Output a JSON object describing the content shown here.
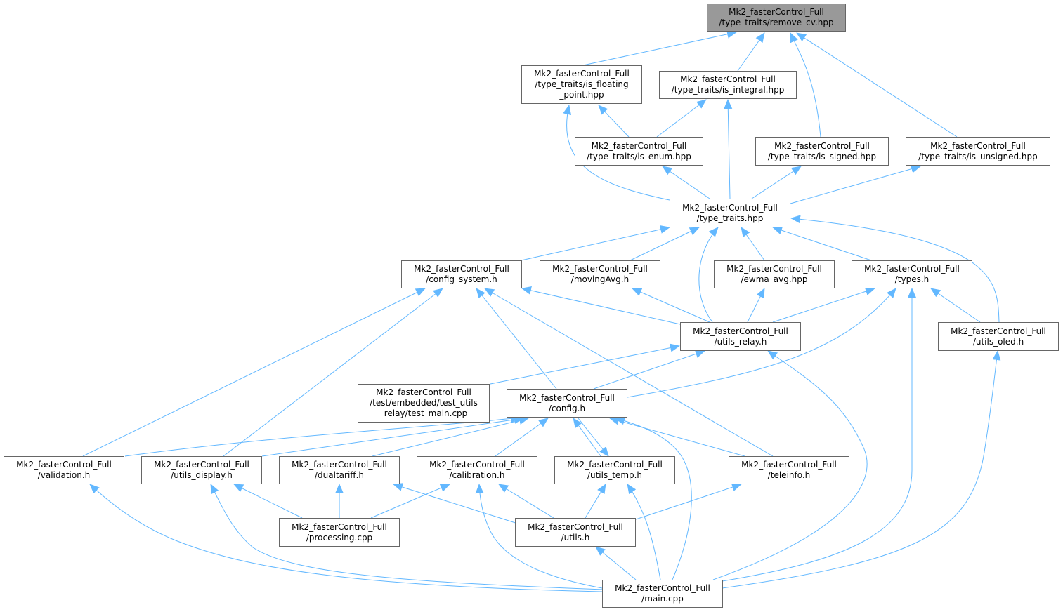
{
  "colors": {
    "edge": "#63b8ff",
    "node_border": "#666666",
    "root_fill": "#999999"
  },
  "nodes": {
    "remove_cv": {
      "lines": [
        "Mk2_fasterControl_Full",
        "/type_traits/remove_cv.hpp"
      ]
    },
    "is_floating_point": {
      "lines": [
        "Mk2_fasterControl_Full",
        "/type_traits/is_floating",
        "_point.hpp"
      ]
    },
    "is_integral": {
      "lines": [
        "Mk2_fasterControl_Full",
        "/type_traits/is_integral.hpp"
      ]
    },
    "is_enum": {
      "lines": [
        "Mk2_fasterControl_Full",
        "/type_traits/is_enum.hpp"
      ]
    },
    "is_signed": {
      "lines": [
        "Mk2_fasterControl_Full",
        "/type_traits/is_signed.hpp"
      ]
    },
    "is_unsigned": {
      "lines": [
        "Mk2_fasterControl_Full",
        "/type_traits/is_unsigned.hpp"
      ]
    },
    "type_traits": {
      "lines": [
        "Mk2_fasterControl_Full",
        "/type_traits.hpp"
      ]
    },
    "config_system": {
      "lines": [
        "Mk2_fasterControl_Full",
        "/config_system.h"
      ]
    },
    "movingAvg": {
      "lines": [
        "Mk2_fasterControl_Full",
        "/movingAvg.h"
      ]
    },
    "ewma_avg": {
      "lines": [
        "Mk2_fasterControl_Full",
        "/ewma_avg.hpp"
      ]
    },
    "types": {
      "lines": [
        "Mk2_fasterControl_Full",
        "/types.h"
      ]
    },
    "utils_relay": {
      "lines": [
        "Mk2_fasterControl_Full",
        "/utils_relay.h"
      ]
    },
    "utils_oled": {
      "lines": [
        "Mk2_fasterControl_Full",
        "/utils_oled.h"
      ]
    },
    "test_main": {
      "lines": [
        "Mk2_fasterControl_Full",
        "/test/embedded/test_utils",
        "_relay/test_main.cpp"
      ]
    },
    "config": {
      "lines": [
        "Mk2_fasterControl_Full",
        "/config.h"
      ]
    },
    "validation": {
      "lines": [
        "Mk2_fasterControl_Full",
        "/validation.h"
      ]
    },
    "utils_display": {
      "lines": [
        "Mk2_fasterControl_Full",
        "/utils_display.h"
      ]
    },
    "dualtariff": {
      "lines": [
        "Mk2_fasterControl_Full",
        "/dualtariff.h"
      ]
    },
    "calibration": {
      "lines": [
        "Mk2_fasterControl_Full",
        "/calibration.h"
      ]
    },
    "utils_temp": {
      "lines": [
        "Mk2_fasterControl_Full",
        "/utils_temp.h"
      ]
    },
    "teleinfo": {
      "lines": [
        "Mk2_fasterControl_Full",
        "/teleinfo.h"
      ]
    },
    "processing": {
      "lines": [
        "Mk2_fasterControl_Full",
        "/processing.cpp"
      ]
    },
    "utils": {
      "lines": [
        "Mk2_fasterControl_Full",
        "/utils.h"
      ]
    },
    "main": {
      "lines": [
        "Mk2_fasterControl_Full",
        "/main.cpp"
      ]
    }
  }
}
